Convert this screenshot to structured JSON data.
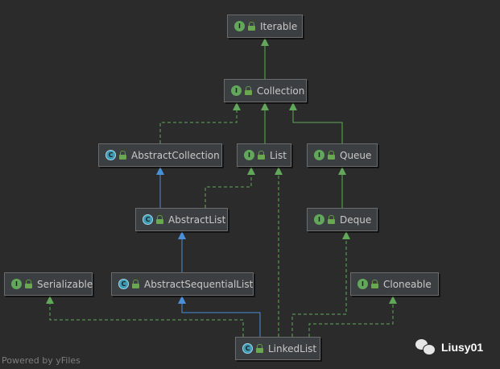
{
  "nodes": [
    {
      "id": "iterable",
      "label": "Iterable",
      "kind": "I"
    },
    {
      "id": "collection",
      "label": "Collection",
      "kind": "I"
    },
    {
      "id": "abstract-collection",
      "label": "AbstractCollection",
      "kind": "C"
    },
    {
      "id": "list",
      "label": "List",
      "kind": "I"
    },
    {
      "id": "queue",
      "label": "Queue",
      "kind": "I"
    },
    {
      "id": "abstract-list",
      "label": "AbstractList",
      "kind": "C"
    },
    {
      "id": "deque",
      "label": "Deque",
      "kind": "I"
    },
    {
      "id": "serializable",
      "label": "Serializable",
      "kind": "I"
    },
    {
      "id": "abstract-sequential-list",
      "label": "AbstractSequentialList",
      "kind": "C"
    },
    {
      "id": "cloneable",
      "label": "Cloneable",
      "kind": "I"
    },
    {
      "id": "linked-list",
      "label": "LinkedList",
      "kind": "C"
    }
  ],
  "edges": [
    {
      "from": "collection",
      "to": "iterable",
      "type": "extends-interface"
    },
    {
      "from": "abstract-collection",
      "to": "collection",
      "type": "implements"
    },
    {
      "from": "list",
      "to": "collection",
      "type": "extends-interface"
    },
    {
      "from": "queue",
      "to": "collection",
      "type": "extends-interface"
    },
    {
      "from": "abstract-list",
      "to": "abstract-collection",
      "type": "extends-class"
    },
    {
      "from": "abstract-list",
      "to": "list",
      "type": "implements"
    },
    {
      "from": "deque",
      "to": "queue",
      "type": "extends-interface"
    },
    {
      "from": "abstract-sequential-list",
      "to": "abstract-list",
      "type": "extends-class"
    },
    {
      "from": "linked-list",
      "to": "abstract-sequential-list",
      "type": "extends-class"
    },
    {
      "from": "linked-list",
      "to": "serializable",
      "type": "implements"
    },
    {
      "from": "linked-list",
      "to": "list",
      "type": "implements"
    },
    {
      "from": "linked-list",
      "to": "deque",
      "type": "implements"
    },
    {
      "from": "linked-list",
      "to": "cloneable",
      "type": "implements"
    }
  ],
  "colors": {
    "background": "#2b2b2b",
    "interface_edge": "#62a85a",
    "class_edge": "#4a90d9",
    "node_fill": "#3c3f41"
  },
  "footer": "Powered by yFiles",
  "watermark": "Liusy01"
}
